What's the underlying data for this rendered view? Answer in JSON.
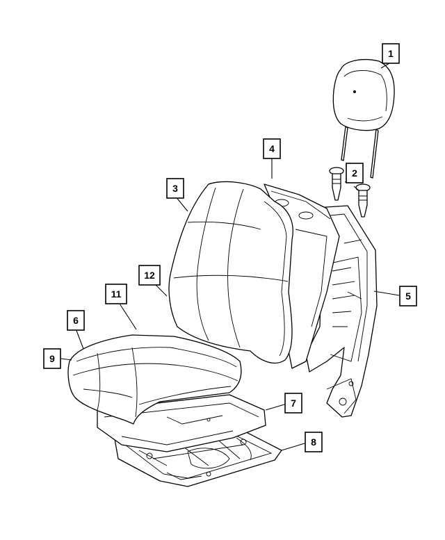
{
  "callouts": [
    {
      "id": "1",
      "label": "1"
    },
    {
      "id": "2",
      "label": "2"
    },
    {
      "id": "3",
      "label": "3"
    },
    {
      "id": "4",
      "label": "4"
    },
    {
      "id": "5",
      "label": "5"
    },
    {
      "id": "6",
      "label": "6"
    },
    {
      "id": "7",
      "label": "7"
    },
    {
      "id": "8",
      "label": "8"
    },
    {
      "id": "9",
      "label": "9"
    },
    {
      "id": "11",
      "label": "11"
    },
    {
      "id": "12",
      "label": "12"
    }
  ]
}
